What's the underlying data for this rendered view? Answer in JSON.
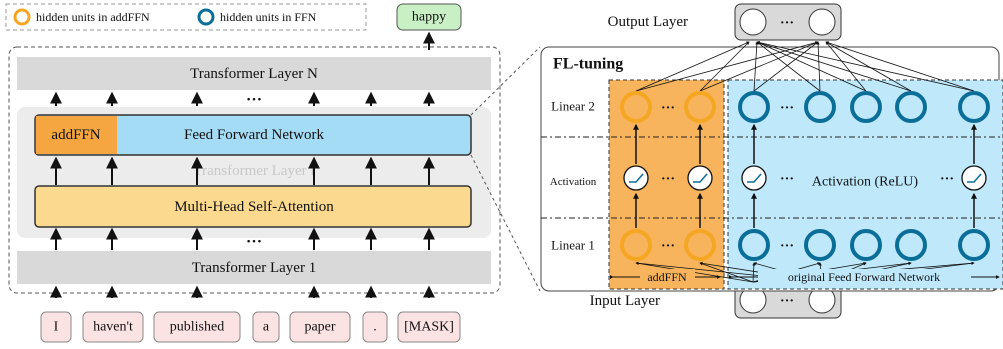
{
  "legend": {
    "addffn": "hidden units in addFFN",
    "ffn": "hidden units in FFN"
  },
  "output_token": "happy",
  "left": {
    "layer_top": "Transformer Layer N",
    "layer_mid": "Transformer Layer i",
    "layer_bottom": "Transformer Layer 1",
    "addffn_label": "addFFN",
    "ffn_label": "Feed Forward Network",
    "attention_label": "Multi-Head Self-Attention",
    "ellipsis": "…",
    "tokens": [
      "I",
      "haven't",
      "published",
      "a",
      "paper",
      ".",
      "[MASK]"
    ]
  },
  "right": {
    "output_layer": "Output Layer",
    "input_layer": "Input Layer",
    "title": "FL-tuning",
    "row_labels": [
      "Linear 2",
      "Activation",
      "Linear 1"
    ],
    "activation_text": "Activation (ReLU)",
    "addffn_bracket": "addFFN",
    "ffn_bracket": "original Feed Forward Network",
    "ellipsis": "…"
  },
  "colors": {
    "orange": "#f5a623",
    "orange_fill": "#f8b45c",
    "blue": "#0b6e99",
    "blue_fill": "#bfe8fb",
    "ffn_box": "#a5dcf5",
    "attn_box": "#fbd98e",
    "layer_gray": "#d9d9d9",
    "token_pink": "#fbe3e3",
    "happy_green": "#c9efc4"
  }
}
